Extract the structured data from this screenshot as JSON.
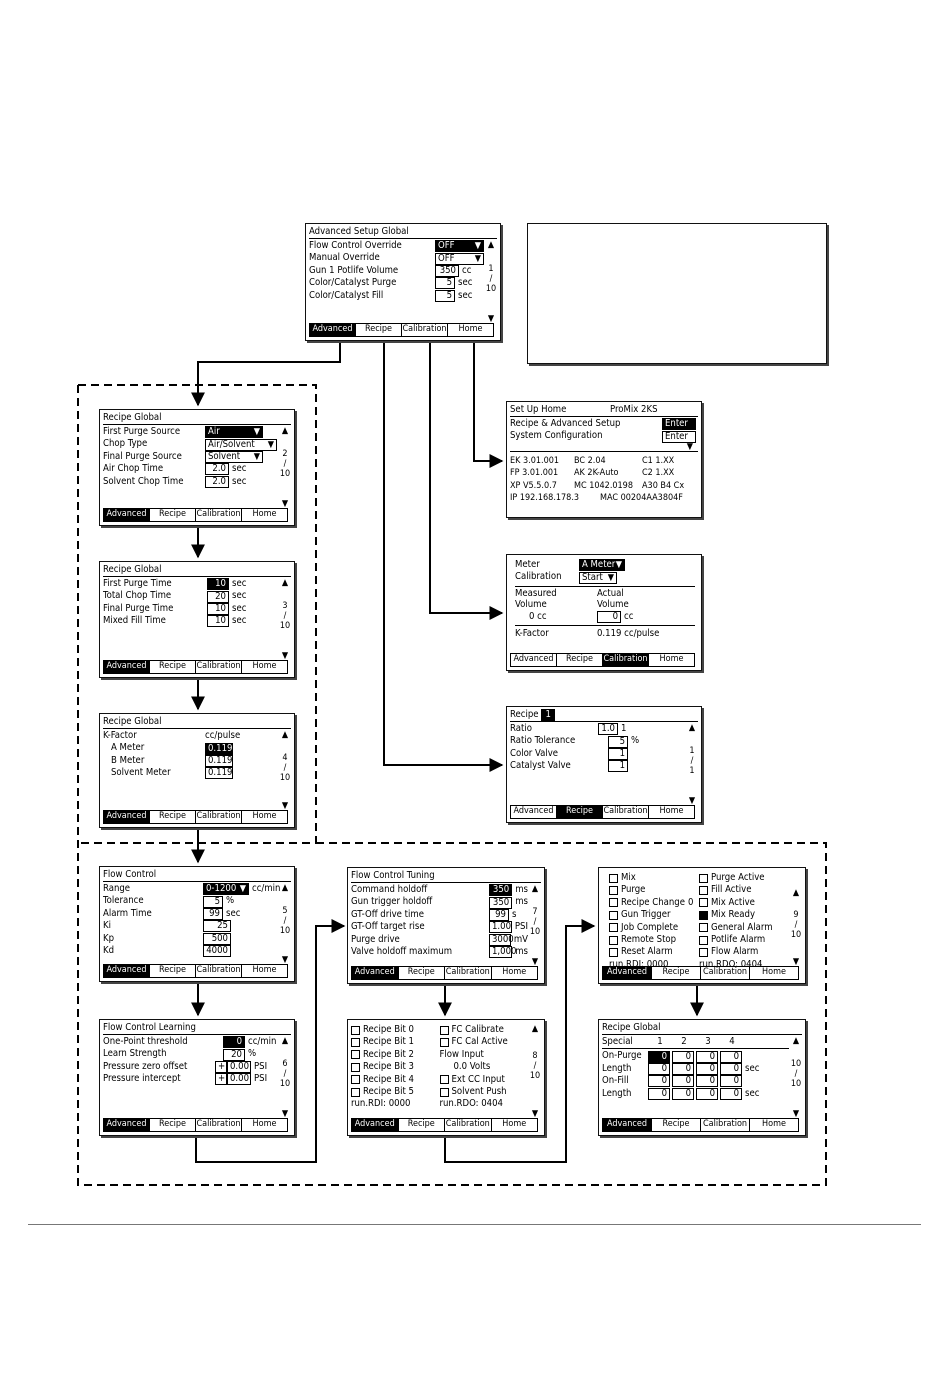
{
  "tabs": [
    "Advanced",
    "Recipe",
    "Calibration",
    "Home"
  ],
  "screens": {
    "advanced_setup_global": {
      "title": "Advanced Setup Global",
      "rows": [
        {
          "label": "Flow Control Override",
          "value": "OFF"
        },
        {
          "label": "Manual Override",
          "value": "OFF"
        },
        {
          "label": "Gun 1 Potlife Volume",
          "value": "350",
          "unit": "cc"
        },
        {
          "label": "Color/Catalyst Purge",
          "value": "5",
          "unit": "sec"
        },
        {
          "label": "Color/Catalyst Fill",
          "value": "5",
          "unit": "sec"
        }
      ],
      "page_num": "1",
      "page_sep": "/",
      "page_total": "10"
    },
    "recipe_global_1": {
      "title": "Recipe Global",
      "rows": [
        {
          "label": "First Purge Source",
          "value": "Air"
        },
        {
          "label": "Chop Type",
          "value": "Air/Solvent"
        },
        {
          "label": "Final Purge Source",
          "value": "Solvent"
        },
        {
          "label": "Air Chop Time",
          "value": "2.0",
          "unit": "sec"
        },
        {
          "label": "Solvent Chop Time",
          "value": "2.0",
          "unit": "sec"
        }
      ],
      "page_num": "2",
      "page_sep": "/",
      "page_total": "10"
    },
    "recipe_global_2": {
      "title": "Recipe Global",
      "rows": [
        {
          "label": "First Purge Time",
          "value": "10",
          "unit": "sec"
        },
        {
          "label": "Total Chop Time",
          "value": "20",
          "unit": "sec"
        },
        {
          "label": "Final Purge Time",
          "value": "10",
          "unit": "sec"
        },
        {
          "label": "Mixed Fill Time",
          "value": "10",
          "unit": "sec"
        }
      ],
      "page_num": "3",
      "page_sep": "/",
      "page_total": "10"
    },
    "recipe_global_3": {
      "title": "Recipe Global",
      "header_label": "K-Factor",
      "header_unit": "cc/pulse",
      "rows": [
        {
          "label": "A Meter",
          "value": "0.119"
        },
        {
          "label": "B Meter",
          "value": "0.119"
        },
        {
          "label": "Solvent Meter",
          "value": "0.119"
        }
      ],
      "page_num": "4",
      "page_sep": "/",
      "page_total": "10"
    },
    "flow_control": {
      "title": "Flow Control",
      "rows": [
        {
          "label": "Range",
          "value": "0-1200",
          "unit": "cc/min"
        },
        {
          "label": "Tolerance",
          "value": "5",
          "unit": "%"
        },
        {
          "label": "Alarm Time",
          "value": "99",
          "unit": "sec"
        },
        {
          "label": "Ki",
          "value": "25"
        },
        {
          "label": "Kp",
          "value": "500"
        },
        {
          "label": "Kd",
          "value": "4000"
        }
      ],
      "page_num": "5",
      "page_sep": "/",
      "page_total": "10"
    },
    "flow_control_learning": {
      "title": "Flow Control Learning",
      "rows": [
        {
          "label": "One-Point threshold",
          "value": "0",
          "unit": "cc/min"
        },
        {
          "label": "Learn Strength",
          "value": "20",
          "unit": "%"
        },
        {
          "label": "Pressure zero offset",
          "sign": "+",
          "value": "0.00",
          "unit": "PSI"
        },
        {
          "label": "Pressure intercept",
          "sign": "+",
          "value": "0.00",
          "unit": "PSI"
        }
      ],
      "page_num": "6",
      "page_sep": "/",
      "page_total": "10"
    },
    "flow_control_tuning": {
      "title": "Flow Control Tuning",
      "rows": [
        {
          "label": "Command holdoff",
          "value": "350",
          "unit": "ms"
        },
        {
          "label": "Gun trigger holdoff",
          "value": "350",
          "unit": "ms"
        },
        {
          "label": "GT-Off drive time",
          "value": "99",
          "unit": "s"
        },
        {
          "label": "GT-Off target rise",
          "value": "1.00",
          "unit": "PSI"
        },
        {
          "label": "Purge drive",
          "value": "3000",
          "unit": "mV"
        },
        {
          "label": "Valve holdoff maximum",
          "value": "1,000",
          "unit": "ms"
        }
      ],
      "page_num": "7",
      "page_sep": "/",
      "page_total": "10"
    },
    "recipe_bits": {
      "left": [
        "Recipe Bit 0",
        "Recipe Bit 1",
        "Recipe Bit 2",
        "Recipe Bit 3",
        "Recipe Bit 4",
        "Recipe Bit 5"
      ],
      "right": [
        "FC Calibrate",
        "FC Cal Active",
        "Flow Input",
        "0.0 Volts",
        "Ext CC Input",
        "Solvent Push"
      ],
      "run_rdi": "run.RDI: 0000",
      "run_rdo": "run.RDO: 0404",
      "page_num": "8",
      "page_sep": "/",
      "page_total": "10"
    },
    "io_status": {
      "left": [
        "Mix",
        "Purge",
        "Recipe Change",
        "Gun Trigger",
        "Job Complete",
        "Remote Stop",
        "Reset Alarm"
      ],
      "left_suffix": [
        "",
        "",
        "0",
        "",
        "",
        "",
        ""
      ],
      "right": [
        "Purge Active",
        "Fill Active",
        "Mix Active",
        "Mix Ready",
        "General Alarm",
        "Potlife Alarm",
        "Flow Alarm"
      ],
      "right_on": [
        false,
        false,
        false,
        true,
        false,
        false,
        false
      ],
      "run_rdi": "run.RDI: 0000",
      "run_rdo": "run.RDO: 0404",
      "page_num": "9",
      "page_sep": "/",
      "page_total": "10"
    },
    "recipe_global_special": {
      "title": "Recipe Global",
      "header": [
        "Special",
        "1",
        "2",
        "3",
        "4"
      ],
      "rows": [
        {
          "label": "On-Purge",
          "values": [
            "0",
            "0",
            "0",
            "0"
          ],
          "unit": ""
        },
        {
          "label": "Length",
          "values": [
            "0",
            "0",
            "0",
            "0"
          ],
          "unit": "sec"
        },
        {
          "label": "On-Fill",
          "values": [
            "0",
            "0",
            "0",
            "0"
          ],
          "unit": ""
        },
        {
          "label": "Length",
          "values": [
            "0",
            "0",
            "0",
            "0"
          ],
          "unit": "sec"
        }
      ],
      "page_num": "10",
      "page_sep": "/",
      "page_total": "10"
    },
    "setup_home": {
      "title": "Set Up Home",
      "title_right": "ProMix 2KS",
      "rows": [
        {
          "label": "Recipe & Advanced Setup",
          "value": "Enter"
        },
        {
          "label": "System Configuration",
          "value": "Enter"
        }
      ],
      "info": [
        [
          "EK 3.01.001",
          "BC 2.04",
          "C1 1.XX"
        ],
        [
          "FP 3.01.001",
          "AK 2K-Auto",
          "C2 1.XX"
        ],
        [
          "XP V5.5.0.7",
          "MC 1042.0198",
          "A30 B4 Cx"
        ],
        [
          "IP 192.168.178.3",
          "MAC 00204AA3804F",
          ""
        ]
      ]
    },
    "calibration": {
      "meter_label": "Meter",
      "meter_value": "A Meter",
      "cal_label": "Calibration",
      "cal_value": "Start",
      "measured_1": "Measured",
      "measured_2": "Volume",
      "measured_val": "0 cc",
      "actual_1": "Actual",
      "actual_2": "Volume",
      "actual_val": "0",
      "actual_unit": "cc",
      "kf_label": "K-Factor",
      "kf_value": "0.119 cc/pulse"
    },
    "recipe": {
      "title_label": "Recipe",
      "title_value": "1",
      "rows": [
        {
          "label": "Ratio",
          "value": "1.0",
          "unit": "1"
        },
        {
          "label": "Ratio Tolerance",
          "value": "5",
          "unit": "%"
        },
        {
          "label": "Color Valve",
          "value": "1",
          "unit": ""
        },
        {
          "label": "Catalyst Valve",
          "value": "1",
          "unit": ""
        }
      ],
      "page_num": "1",
      "page_sep": "/",
      "page_total": "1"
    }
  }
}
